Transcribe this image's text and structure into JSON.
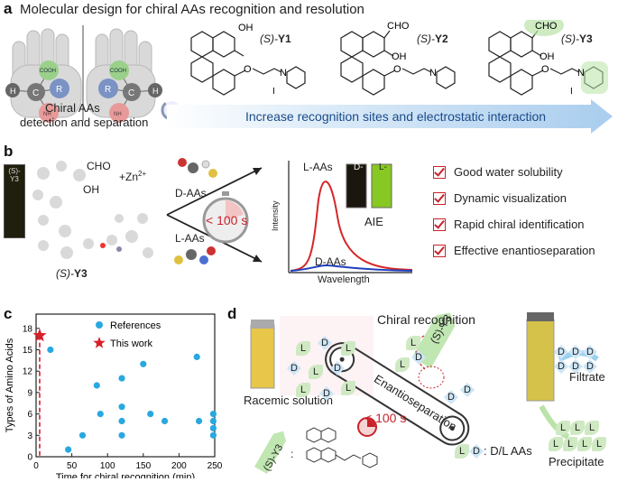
{
  "panel_a": {
    "label": "a",
    "title": "Molecular design for chiral AAs recognition and resolution",
    "hand_groups": {
      "cooh": "COOH",
      "nh2": "NH",
      "nh2_sub": "2",
      "h": "H",
      "c": "C",
      "r": "R"
    },
    "caption_line1": "Chiral AAs",
    "caption_line2": "detection and separation",
    "compounds": [
      {
        "prefix": "(S)-",
        "name": "Y1"
      },
      {
        "prefix": "(S)-",
        "name": "Y2"
      },
      {
        "prefix": "(S)-",
        "name": "Y3"
      }
    ],
    "arrow_text": "Increase recognition sites and electrostatic interaction",
    "atoms": {
      "oh": "OH",
      "o": "O",
      "n": "N",
      "iodide": "I",
      "cho": "CHO"
    }
  },
  "panel_b": {
    "label": "b",
    "vial_label": "(S)-Y3",
    "molecule_label_prefix": "(S)-",
    "molecule_label_name": "Y3",
    "zn_label": "+Zn",
    "zn_charge": "2+",
    "cho": "CHO",
    "oh": "OH",
    "d_aas": "D-AAs",
    "l_aas": "L-AAs",
    "timer": "< 100 s",
    "spectrum": {
      "l_label": "L-AAs",
      "d_label": "D-AAs",
      "ylabel": "Intensity",
      "xlabel": "Wavelength",
      "d_vial": "D-",
      "l_vial": "L-",
      "aie": "AIE"
    },
    "features": [
      "Good water solubility",
      "Dynamic visualization",
      "Rapid chiral identification",
      "Effective enantioseparation"
    ],
    "colors": {
      "check": "#c8232c",
      "l_curve": "#d62728",
      "d_curve": "#1f3fbf"
    }
  },
  "panel_c": {
    "label": "c",
    "chart_data": {
      "type": "scatter",
      "xlabel": "Time for chiral recognition (min)",
      "ylabel": "Types of Amino Acids",
      "xlim": [
        0,
        250
      ],
      "ylim": [
        0,
        20
      ],
      "xticks": [
        0,
        50,
        100,
        150,
        200,
        250
      ],
      "yticks": [
        0,
        3,
        6,
        9,
        12,
        15,
        18
      ],
      "series": [
        {
          "name": "References",
          "marker": "circle",
          "color": "#29a8e0",
          "points": [
            [
              20,
              15
            ],
            [
              45,
              1
            ],
            [
              65,
              3
            ],
            [
              85,
              10
            ],
            [
              90,
              6
            ],
            [
              120,
              11
            ],
            [
              120,
              7
            ],
            [
              120,
              5
            ],
            [
              120,
              3
            ],
            [
              150,
              13
            ],
            [
              160,
              6
            ],
            [
              180,
              5
            ],
            [
              225,
              14
            ],
            [
              228,
              5
            ],
            [
              248,
              6
            ],
            [
              248,
              5
            ],
            [
              248,
              4
            ],
            [
              248,
              3
            ]
          ]
        },
        {
          "name": "This work",
          "marker": "star",
          "color": "#d71f27",
          "points": [
            [
              5,
              17
            ]
          ]
        }
      ],
      "guide_line_x": 5
    }
  },
  "panel_d": {
    "label": "d",
    "racemic": "Racemic solution",
    "chiral_recognition": "Chiral recognition",
    "belt": "Enantioseparation",
    "timer": "< 100 s",
    "y3_tag": "(S)-Y3",
    "filtrate": "Filtrate",
    "precipitate": "Precipitate",
    "legend_text": ": D/L AAs",
    "L": "L",
    "D": "D",
    "colon": ":"
  }
}
